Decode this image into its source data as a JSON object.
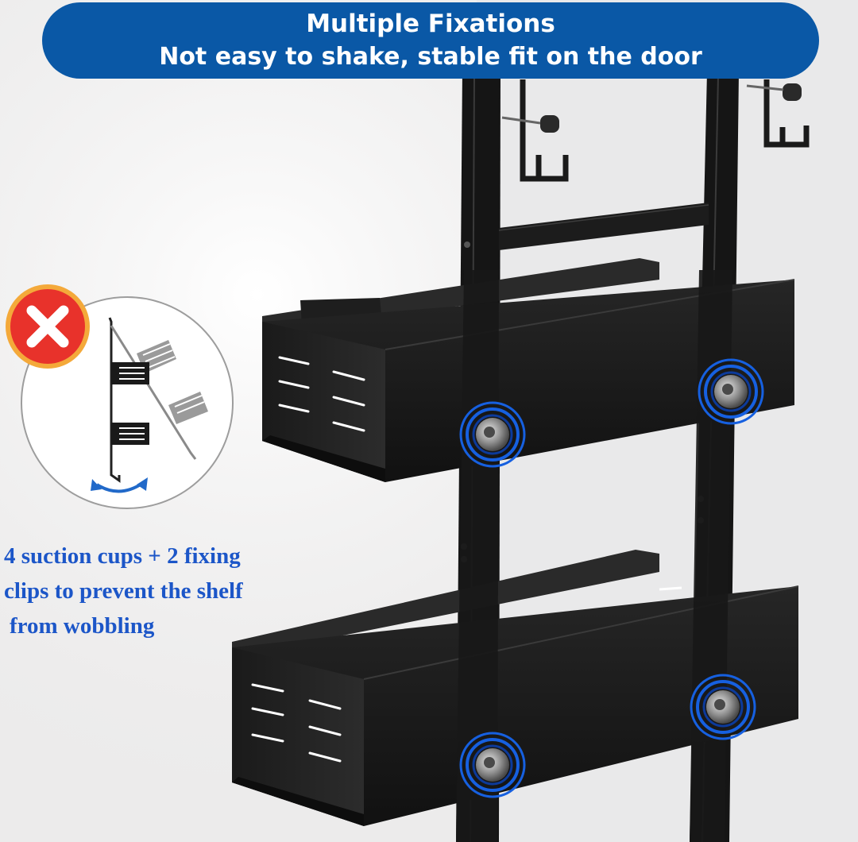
{
  "banner": {
    "line1": "Multiple Fixations",
    "line2": "Not easy to shake, stable fit on the door",
    "color": "#0a58a6"
  },
  "caption": {
    "lines": [
      "4 suction cups + 2 fixing",
      "clips to prevent the shelf",
      "from wobbling"
    ],
    "color": "#1c56c8"
  },
  "icons": {
    "wrong_badge": "red-cross-icon",
    "rotate_arrow": "curved-double-arrow-icon",
    "suction_cup": "suction-cup-icon"
  },
  "colors": {
    "background": "#ecebeb",
    "rack": "#141414",
    "badge_red": "#e8322b",
    "suction_ring": "#1660e0"
  }
}
